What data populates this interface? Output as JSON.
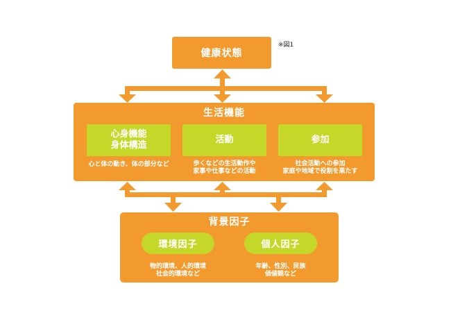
{
  "note": "※図1",
  "health": {
    "title": "健康状態"
  },
  "life": {
    "title": "生活機能",
    "items": [
      {
        "title_line1": "心身機能",
        "title_line2": "身体構造",
        "desc_line1": "心と体の動き、体の部分など",
        "desc_line2": ""
      },
      {
        "title_line1": "活動",
        "title_line2": "",
        "desc_line1": "歩くなどの生活動作や",
        "desc_line2": "家事や仕事などの活動"
      },
      {
        "title_line1": "参加",
        "title_line2": "",
        "desc_line1": "社会活動への参加",
        "desc_line2": "家庭や地域で役割を果たす"
      }
    ]
  },
  "background": {
    "title": "背景因子",
    "items": [
      {
        "title": "環境因子",
        "desc_line1": "物的環境、人的環境",
        "desc_line2": "社会的環境など"
      },
      {
        "title": "個人因子",
        "desc_line1": "年齢、性別、民族",
        "desc_line2": "価値観など"
      }
    ]
  },
  "colors": {
    "orange": "#F29A2E",
    "green": "#C5D82A",
    "text": "#ffffff"
  }
}
